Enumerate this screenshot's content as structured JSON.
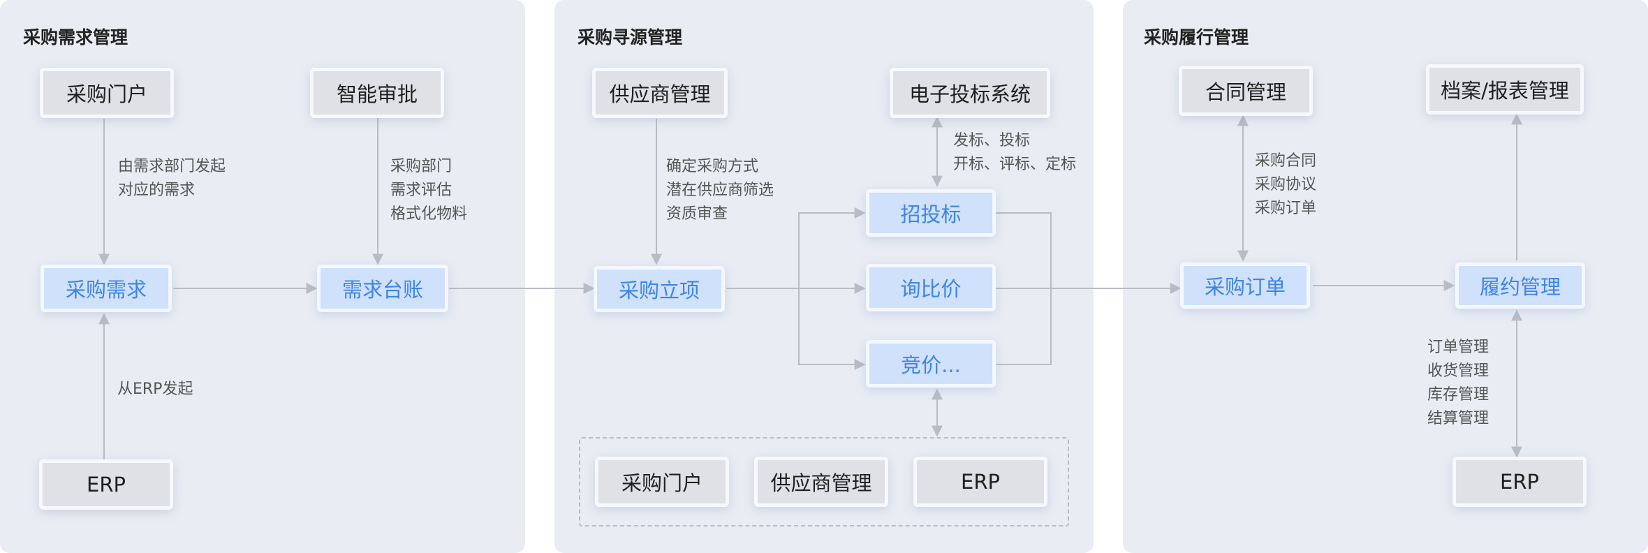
{
  "panels": {
    "demand": {
      "title": "采购需求管理"
    },
    "sourcing": {
      "title": "采购寻源管理"
    },
    "fulfillment": {
      "title": "采购履行管理"
    }
  },
  "boxes": {
    "portal_1": "采购门户",
    "approval": "智能审批",
    "demand": "采购需求",
    "ledger": "需求台账",
    "erp_1": "ERP",
    "supplier_mgmt_top": "供应商管理",
    "ebidding": "电子投标系统",
    "tender": "招投标",
    "inquiry": "询比价",
    "auction": "竞价...",
    "project": "采购立项",
    "portal_2": "采购门户",
    "supplier_mgmt_bottom": "供应商管理",
    "erp_2": "ERP",
    "contract": "合同管理",
    "archive": "档案/报表管理",
    "order": "采购订单",
    "performance": "履约管理",
    "erp_3": "ERP"
  },
  "notes": {
    "demand_origin": [
      "由需求部门发起",
      "对应的需求"
    ],
    "approval_steps": [
      "采购部门",
      "需求评估",
      "格式化物料"
    ],
    "erp_origin": [
      "从ERP发起"
    ],
    "sourcing_steps": [
      "确定采购方式",
      "潜在供应商筛选",
      "资质审查"
    ],
    "bidding_steps": [
      "发标、投标",
      "开标、评标、定标"
    ],
    "contract_types": [
      "采购合同",
      "采购协议",
      "采购订单"
    ],
    "fulfillment_modules": [
      "订单管理",
      "收货管理",
      "库存管理",
      "结算管理"
    ]
  },
  "colors": {
    "panel_bg": "#e9ecf3",
    "gray_box": "#dfe1e6",
    "blue_box": "#cfe1fb",
    "blue_text": "#3e84e6",
    "arrow": "#b9bcc4"
  }
}
